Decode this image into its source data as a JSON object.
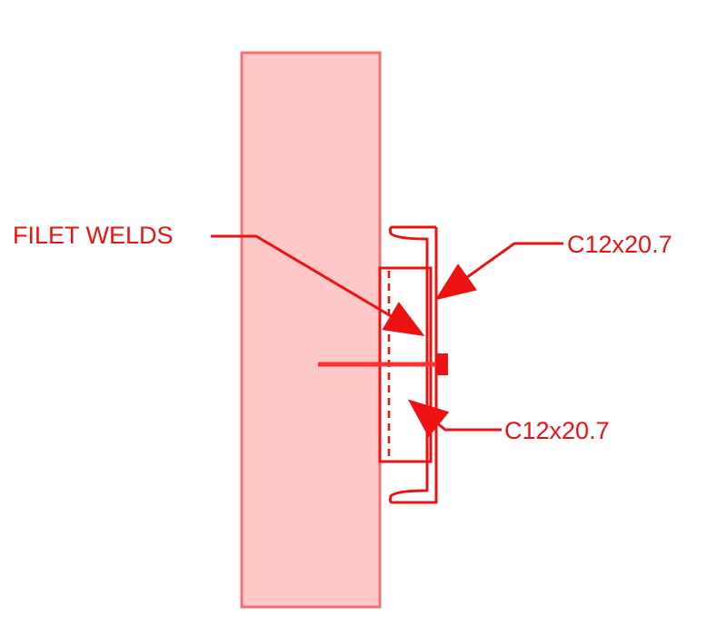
{
  "colors": {
    "ink": "#ee1111",
    "wall_fill": "#ffc8c8",
    "wall_stroke": "#f07070",
    "rod": "#ff3030",
    "background": "#ffffff"
  },
  "labels": {
    "filet_welds": "FILET WELDS",
    "channel_top": "C12x20.7",
    "channel_bottom": "C12x20.7"
  }
}
